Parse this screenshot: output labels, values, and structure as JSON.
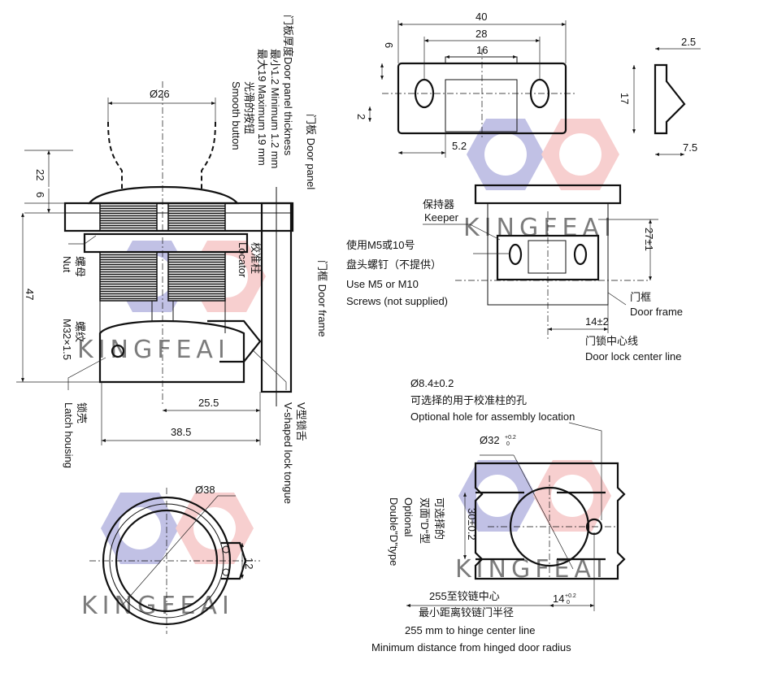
{
  "colors": {
    "line": "#111111",
    "watermark_blue": "#8e8fd0",
    "watermark_red": "#f0a8a8"
  },
  "watermark": {
    "brand": "KINGFEAI",
    "count": 4
  },
  "side_view": {
    "labels": {
      "door_panel_thickness_cn": "门板厚度Door panel thickness",
      "min_thickness": "最小1.2 Minimum 1.2 mm",
      "max_thickness": "最大19 Maximum 19 mm",
      "smooth_button": "光滑的按钮",
      "smooth_button_en": "Smooth button",
      "door_panel": "门板 Door panel",
      "locator": "校准柱",
      "locator_en": "Locator",
      "door_frame": "门框 Door frame",
      "nut_cn": "螺母",
      "nut_en": "Nut",
      "thread_cn": "螺纹",
      "thread_spec": "M32×1.5",
      "latch_housing_cn": "锁壳",
      "latch_housing_en": "Latch housing",
      "tongue_cn": "V型锁舌",
      "tongue_en": "V-shaped lock tongue"
    },
    "dims": {
      "button_dia": "Ø26",
      "d22": "22",
      "d6": "6",
      "d47": "47",
      "d25_5": "25.5",
      "d38_5": "38.5"
    }
  },
  "front_view": {
    "dims": {
      "dia38": "Ø38",
      "d12": "12"
    }
  },
  "keeper_top": {
    "dims": {
      "d40": "40",
      "d28": "28",
      "d16": "16",
      "d6": "6",
      "d2": "2",
      "d5_2": "5.2",
      "d2_5": "2.5",
      "d17": "17",
      "d7_5": "7.5"
    }
  },
  "keeper_mount": {
    "labels": {
      "keeper_cn": "保持器",
      "keeper_en": "Keeper",
      "screws_cn1": "使用M5或10号",
      "screws_cn2": "盘头螺钉（不提供）",
      "screws_en1": "Use M5 or M10",
      "screws_en2": "Screws (not supplied)",
      "door_frame_cn": "门框",
      "door_frame_en": "Door frame",
      "center_cn": "门锁中心线",
      "center_en": "Door lock center line"
    },
    "dims": {
      "d27": "27±1",
      "d14": "14±2"
    }
  },
  "cutout": {
    "labels": {
      "hole_dia": "Ø8.4±0.2",
      "hole_cn": "可选择的用于校准柱的孔",
      "hole_en": "Optional hole for assembly location",
      "dd_cn1": "可选择的",
      "dd_cn2": "双面”D“型",
      "dd_en1": "Optional",
      "dd_en2": "Double\"D\"type",
      "hinge_cn1": "255至铰链中心",
      "hinge_cn2": "最小距离铰链门半径",
      "hinge_en1": "255 mm to hinge center line",
      "hinge_en2": "Minimum distance from hinged door radius"
    },
    "dims": {
      "dia32": "Ø32",
      "dia32_tol_up": "+0.2",
      "dia32_tol_dn": "0",
      "d30": "30±0.2",
      "d14": "14",
      "d14_tol_up": "+0.2",
      "d14_tol_dn": "0"
    }
  }
}
